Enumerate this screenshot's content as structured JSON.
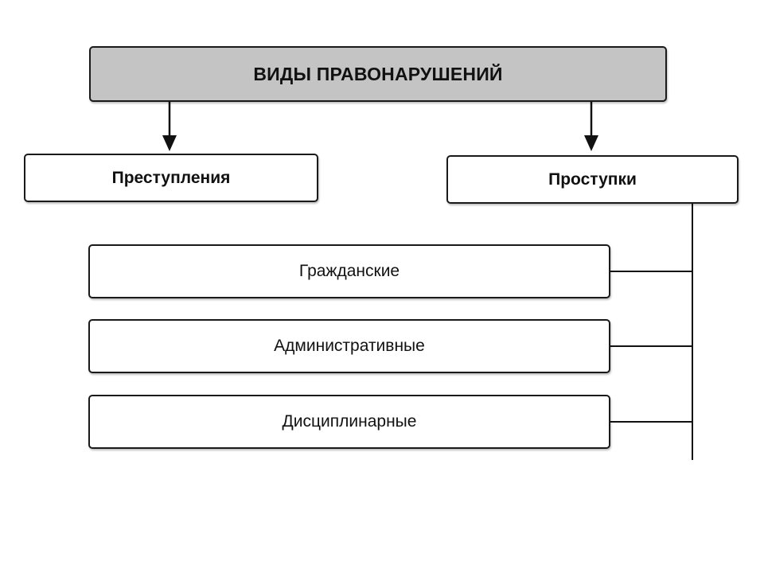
{
  "diagram": {
    "title": "ВИДЫ ПРАВОНАРУШЕНИЙ",
    "branches": [
      {
        "label": "Преступления"
      },
      {
        "label": "Проступки"
      }
    ],
    "offense_types": [
      {
        "label": "Гражданские"
      },
      {
        "label": "Административные"
      },
      {
        "label": "Дисциплинарные"
      }
    ]
  }
}
